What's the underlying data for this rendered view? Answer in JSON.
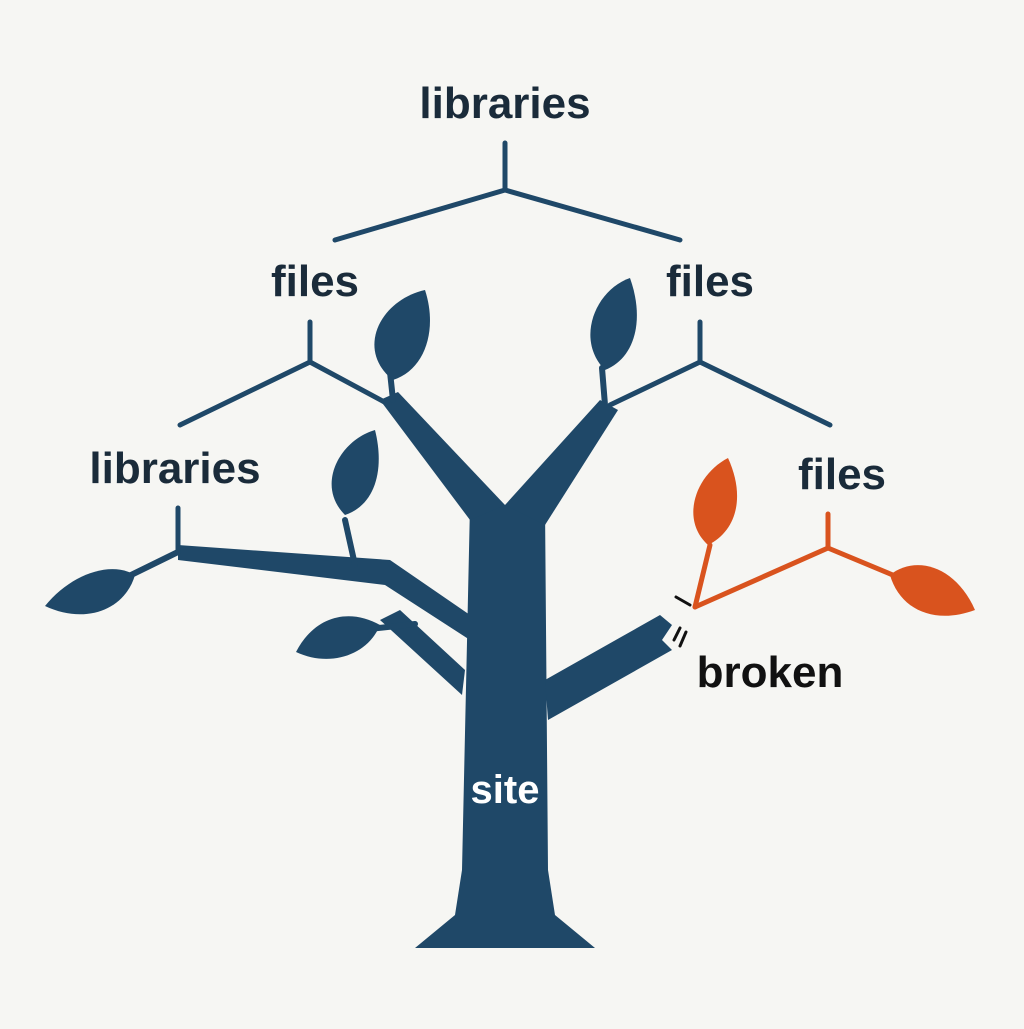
{
  "diagram": {
    "labels": {
      "top": "libraries",
      "files_left": "files",
      "files_right": "files",
      "libraries_left": "libraries",
      "files_broken": "files",
      "broken": "broken",
      "trunk": "site"
    },
    "colors": {
      "tree": "#1f4868",
      "broken_branch": "#d9531e",
      "text": "#1a2b3a",
      "trunk_text": "#ffffff",
      "background": "#f6f6f3"
    }
  }
}
